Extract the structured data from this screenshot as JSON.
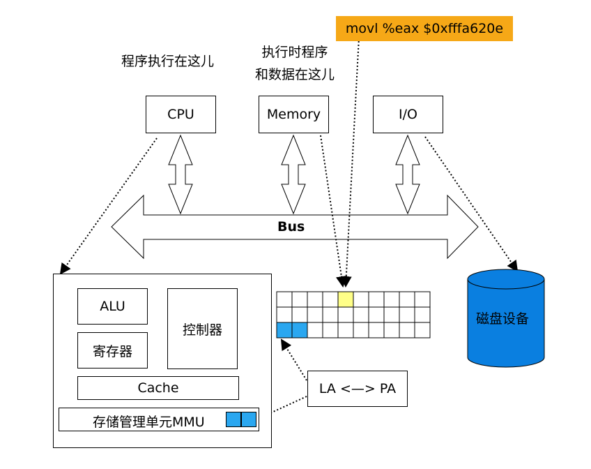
{
  "instruction_text": "movl %eax $0xfffa620e",
  "captions": {
    "cpu_caption": "程序执行在这儿",
    "memory_caption_line1": "执行时程序",
    "memory_caption_line2": "和数据在这儿"
  },
  "components": {
    "cpu": "CPU",
    "memory": "Memory",
    "io": "I/O",
    "bus": "Bus",
    "alu": "ALU",
    "registers": "寄存器",
    "controller": "控制器",
    "cache": "Cache",
    "mmu": "存储管理单元MMU",
    "translation": "LA <—> PA",
    "disk": "磁盘设备"
  },
  "memory_grid": {
    "rows": 3,
    "cols": 10,
    "highlighted_yellow": [
      [
        0,
        4
      ]
    ],
    "highlighted_blue": [
      [
        2,
        0
      ],
      [
        2,
        1
      ]
    ]
  },
  "mmu_cells": 2,
  "colors": {
    "instruction_bg": "#f6a817",
    "yellow_cell": "#ffff88",
    "blue_cell": "#2aa7f0",
    "disk": "#0a7fe0"
  }
}
